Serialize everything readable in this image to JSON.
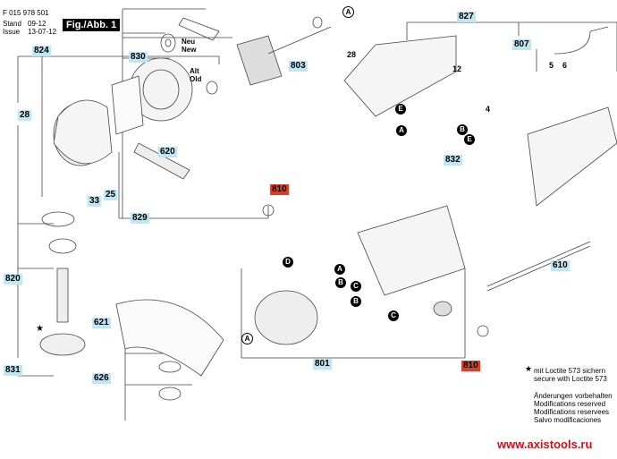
{
  "header": {
    "doc_number": "F 015 978 501",
    "stand_label": "Stand",
    "issue_label": "Issue",
    "stand_value": "09-12",
    "issue_value": "13-07-12",
    "figure": "Fig./Abb. 1"
  },
  "labels": {
    "l824": "824",
    "l830": "830",
    "l803": "803",
    "l827": "827",
    "l807": "807",
    "l28a": "28",
    "l12": "12",
    "l5": "5",
    "l6": "6",
    "l4": "4",
    "l832": "832",
    "l28b": "28",
    "l620": "620",
    "l25": "25",
    "l33": "33",
    "l829": "829",
    "l810a": "810",
    "l820": "820",
    "l621": "621",
    "l626": "626",
    "l831": "831",
    "l801": "801",
    "l810b": "810",
    "l610": "610"
  },
  "markers": {
    "A": "A",
    "B": "B",
    "C": "C",
    "D": "D",
    "E": "E"
  },
  "text": {
    "neu": "Neu",
    "new": "New",
    "alt": "Alt",
    "old": "Old",
    "star": "★"
  },
  "notes": {
    "loctite_de": "mit Loctite 573 sichern",
    "loctite_en": "secure with Loctite 573",
    "mod_de": "Änderungen vorbehalten",
    "mod_en": "Modifications reserved",
    "mod_fr": "Modifications reservees",
    "mod_es": "Salvo modificaciones"
  },
  "watermark": "www.axistools.ru",
  "colors": {
    "label_bg": "#bfe6f2",
    "label_red": "#d9402b",
    "watermark": "#d0101a"
  }
}
